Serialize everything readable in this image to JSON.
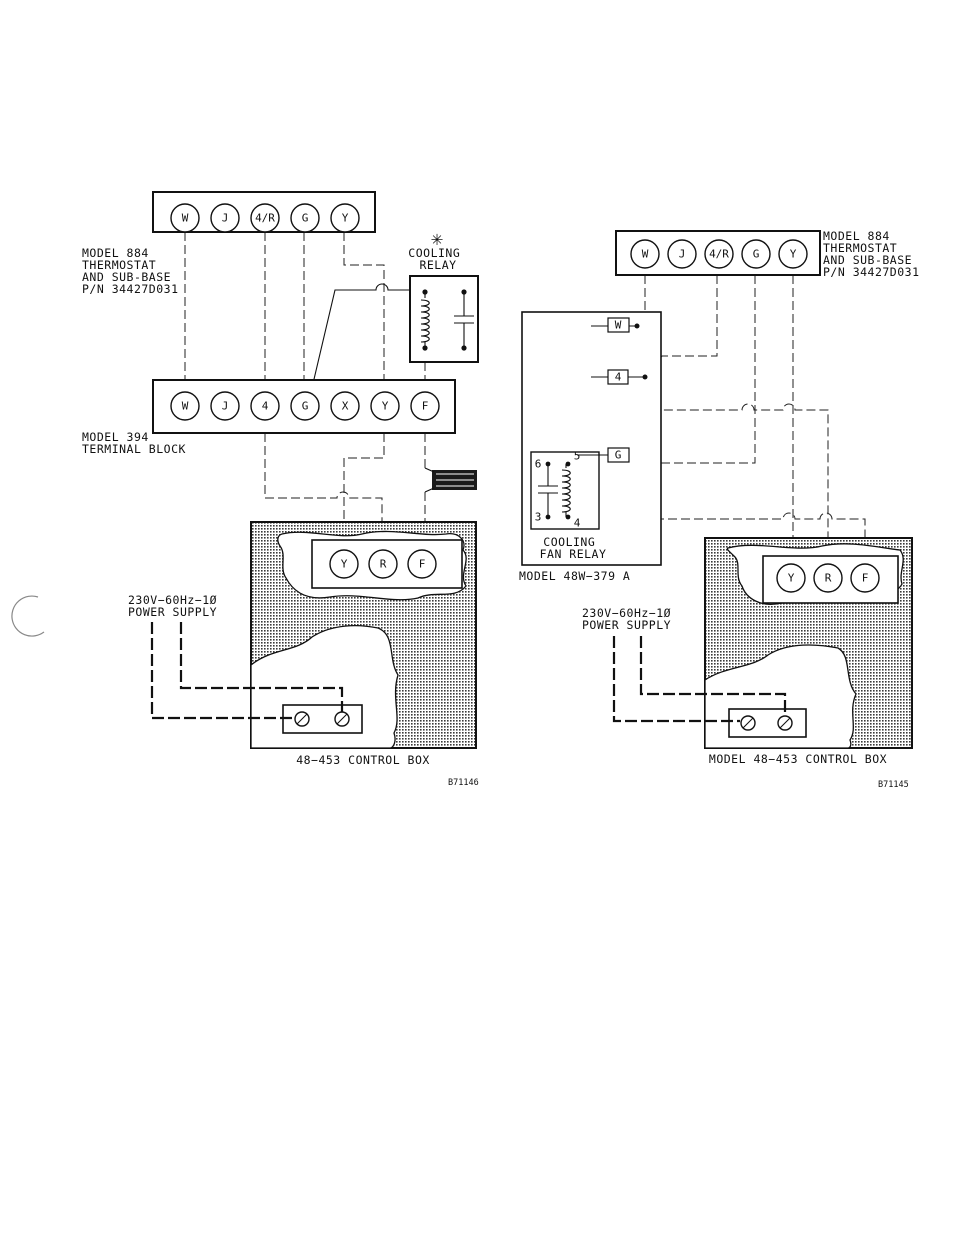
{
  "left_diagram": {
    "thermostat": {
      "terminals": [
        "W",
        "J",
        "4/R",
        "G",
        "Y"
      ],
      "label": [
        "MODEL 884",
        "THERMOSTAT",
        "AND SUB-BASE",
        "P/N 34427D031"
      ]
    },
    "cooling_relay": {
      "asterisk": "✳",
      "label": [
        "COOLING",
        "RELAY"
      ]
    },
    "terminal_block": {
      "terminals": [
        "W",
        "J",
        "4",
        "G",
        "X",
        "Y",
        "F"
      ],
      "label": [
        "MODEL 394",
        "TERMINAL BLOCK"
      ]
    },
    "control_box": {
      "terminals": [
        "Y",
        "R",
        "F"
      ],
      "label": "48−453 CONTROL BOX"
    },
    "power_supply": [
      "230V−60Hz−1Ø",
      "POWER SUPPLY"
    ],
    "figure_code": "B71146"
  },
  "right_diagram": {
    "thermostat": {
      "terminals": [
        "W",
        "J",
        "4/R",
        "G",
        "Y"
      ],
      "label": [
        "MODEL 884",
        "THERMOSTAT",
        "AND SUB-BASE",
        "P/N 34427D031"
      ]
    },
    "fan_relay_box": {
      "terminals": [
        "W",
        "4",
        "G"
      ],
      "relay_pins": [
        "6",
        "5",
        "3",
        "4"
      ],
      "relay_label": [
        "COOLING",
        "FAN RELAY"
      ],
      "label": "MODEL 48W−379 A"
    },
    "control_box": {
      "terminals": [
        "Y",
        "R",
        "F"
      ],
      "label": "MODEL 48−453 CONTROL BOX"
    },
    "power_supply": [
      "230V−60Hz−1Ø",
      "POWER SUPPLY"
    ],
    "figure_code": "B71145"
  }
}
